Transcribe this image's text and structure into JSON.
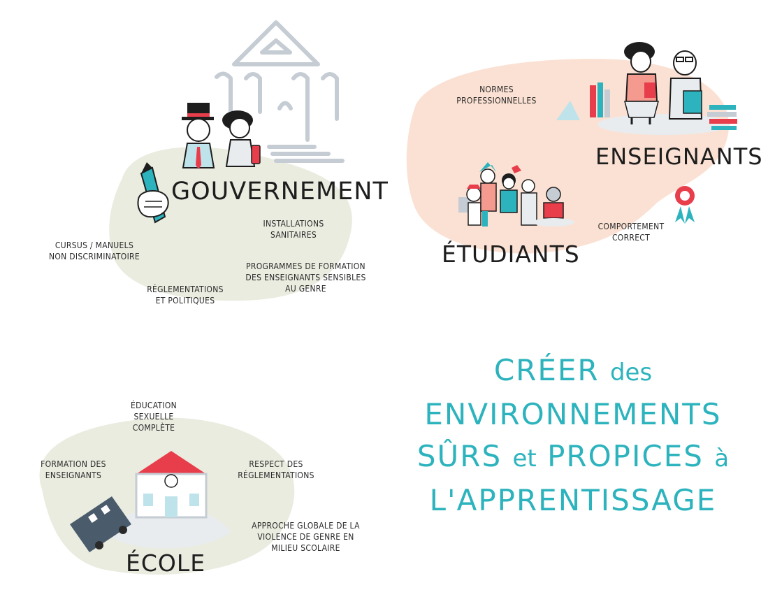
{
  "colors": {
    "accent": "#2cb3bd",
    "gov_blob": "#e9ecdf",
    "students_blob": "#fbe1d3",
    "school_blob": "#e9ecdf",
    "roof": "#e83e4c",
    "building_outline": "#c5ccd3"
  },
  "government": {
    "title": "GOUVERNEMENT",
    "notes": [
      {
        "lines": [
          "CURSUS / MANUELS",
          "NON DISCRIMINATOIRE"
        ]
      },
      {
        "lines": [
          "RÉGLEMENTATIONS",
          "ET POLITIQUES"
        ]
      },
      {
        "lines": [
          "INSTALLATIONS",
          "SANITAIRES"
        ]
      },
      {
        "lines": [
          "PROGRAMMES DE FORMATION",
          "DES ENSEIGNANTS SENSIBLES",
          "AU GENRE"
        ]
      }
    ]
  },
  "teachers_students": {
    "teachers_title": "ENSEIGNANTS",
    "students_title": "ÉTUDIANTS",
    "notes": [
      {
        "lines": [
          "NORMES",
          "PROFESSIONNELLES"
        ]
      },
      {
        "lines": [
          "COMPORTEMENT",
          "CORRECT"
        ]
      }
    ]
  },
  "school": {
    "title": "ÉCOLE",
    "notes": [
      {
        "lines": [
          "ÉDUCATION",
          "SEXUELLE",
          "COMPLÈTE"
        ]
      },
      {
        "lines": [
          "FORMATION DES",
          "ENSEIGNANTS"
        ]
      },
      {
        "lines": [
          "RESPECT DES",
          "RÉGLEMENTATIONS"
        ]
      },
      {
        "lines": [
          "APPROCHE GLOBALE de la",
          "VIOLENCE DE GENRE EN",
          "MILIEU SCOLAIRE"
        ]
      }
    ]
  },
  "slogan": {
    "line1_upper": "CRÉER",
    "line1_lower": "des",
    "line2": "ENVIRONNEMENTS",
    "line3_part1": "SÛRS",
    "line3_lower": "et",
    "line3_part2": "PROPICES",
    "line3_lower2": "à",
    "line4": "L'APPRENTISSAGE"
  }
}
